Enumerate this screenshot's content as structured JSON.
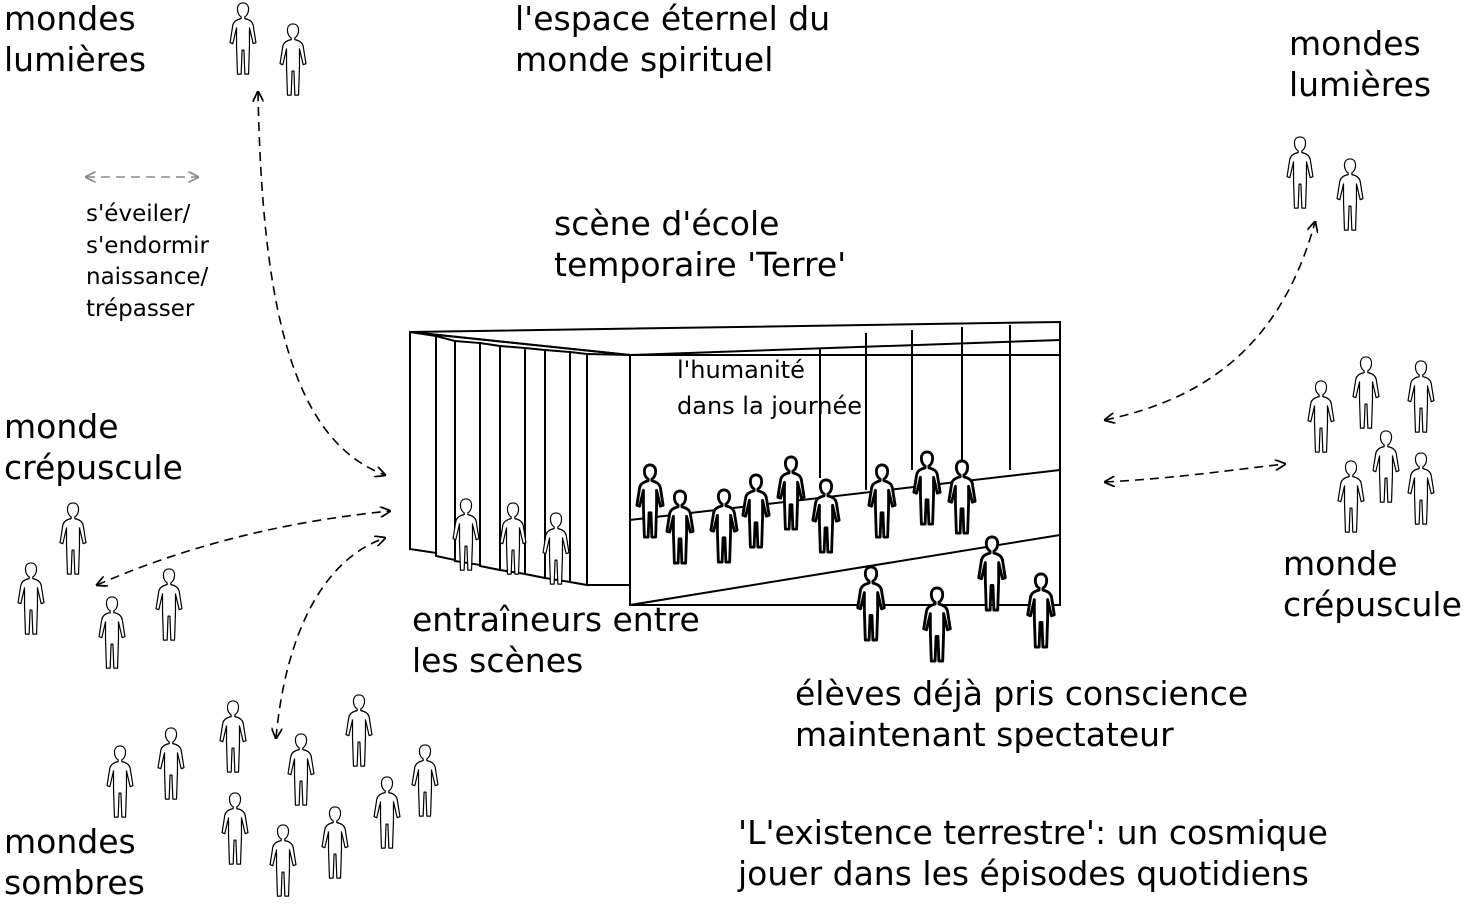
{
  "labels": {
    "lights_left": [
      "mondes",
      "lumières"
    ],
    "eternal_space": [
      "l'espace éternel du",
      "monde spirituel"
    ],
    "lights_right": [
      "mondes",
      "lumières"
    ],
    "legend": [
      "s'éveiler/",
      "s'endormir",
      "naissance/",
      "trépasser"
    ],
    "school_stage": [
      "scène d'école",
      "temporaire 'Terre'"
    ],
    "humanity": [
      "l'humanité",
      "dans la journée"
    ],
    "twilight_left": [
      "monde",
      "crépuscule"
    ],
    "twilight_right": [
      "monde",
      "crépuscule"
    ],
    "trainers": [
      "entraîneurs entre",
      "les scènes"
    ],
    "students": [
      "élèves déjà pris conscience",
      "maintenant spectateur"
    ],
    "dark_worlds": [
      "mondes",
      "sombres"
    ],
    "caption": [
      "'L'existence terrestre': un cosmique",
      "jouer dans les épisodes quotidiens"
    ]
  },
  "colors": {
    "ink": "#000000",
    "legend_arrow": "#8a8a8a",
    "figure_fill": "#ffffff"
  },
  "icons": {
    "figure": "human-figure-icon",
    "arrow": "dashed-double-arrow-icon"
  }
}
